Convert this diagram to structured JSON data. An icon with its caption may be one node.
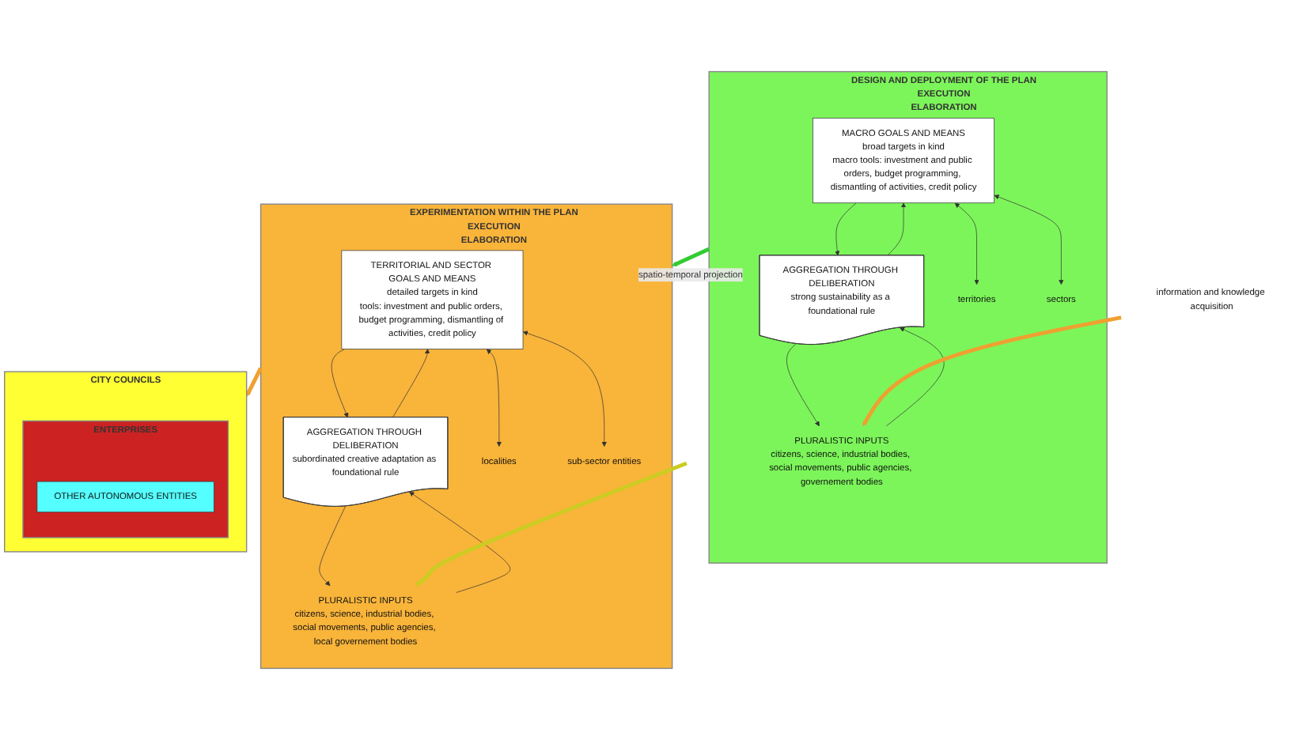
{
  "diagram": {
    "nodes": [
      {
        "text": [
          "DESIGN AND DEPLOYMENT OF THE PLAN",
          "EXECUTION",
          "ELABORATION"
        ]
      },
      {
        "text": [
          "MACRO GOALS AND MEANS",
          "broad targets in kind",
          "macro tools: investment and public orders, budget programming, dismantling of activities, credit policy"
        ],
        "in": 0
      },
      {
        "text": [
          "AGGREGATION THROUGH DELIBERATION",
          "strong sustainability as a foundational rule"
        ],
        "in": 0
      },
      {
        "text": [
          "PLURALISTIC INPUTS",
          "citizens, science, industrial bodies, social movements, public agencies, governement bodies"
        ],
        "in": 0
      },
      {
        "text": [
          "territories"
        ],
        "in": 0
      },
      {
        "text": [
          "sectors"
        ],
        "in": 0
      },
      {
        "text": [
          "information and knowledge acquisition"
        ]
      },
      {
        "text": [
          "EXPERIMENTATION WITHIN THE PLAN",
          "EXECUTION",
          "ELABORATION"
        ]
      },
      {
        "text": [
          "TERRITORIAL AND SECTOR GOALS AND MEANS",
          "detailed targets in kind",
          "tools: investment and public orders, budget programming, dismantling of activities, credit policy"
        ],
        "in": 7
      },
      {
        "text": [
          "AGGREGATION THROUGH DELIBERATION",
          "subordinated creative adaptation as foundational rule"
        ],
        "in": 7
      },
      {
        "text": [
          "PLURALISTIC INPUTS",
          "citizens, science, industrial bodies, social movements, public agencies, local governement bodies"
        ],
        "in": 7
      },
      {
        "text": [
          "localities"
        ],
        "in": 7
      },
      {
        "text": [
          "sub-sector entities"
        ],
        "in": 7
      },
      {
        "text": [
          "CITY COUNCILS"
        ]
      },
      {
        "text": [
          "ENTERPRISES"
        ],
        "in": 13
      },
      {
        "text": [
          "OTHER AUTONOMOUS ENTITIES"
        ],
        "in": 14
      }
    ],
    "edges": [
      {
        "from": 2,
        "to": 1,
        "arrow": "to"
      },
      {
        "from": 1,
        "to": 2,
        "arrow": "to"
      },
      {
        "from": 3,
        "to": 2,
        "arrow": "to"
      },
      {
        "from": 2,
        "to": 3,
        "arrow": "to"
      },
      {
        "from": 1,
        "to": 4,
        "arrow": "both"
      },
      {
        "from": 1,
        "to": 5,
        "arrow": "both"
      },
      {
        "from": 6,
        "to": 3,
        "arrow": "to",
        "style": "thick",
        "color": "#f0a030"
      },
      {
        "from": 0,
        "to": 7,
        "arrow": "to",
        "label": "spatio-temporal projection",
        "style": "thick",
        "color": "#33cc33"
      },
      {
        "from": 9,
        "to": 8,
        "arrow": "to"
      },
      {
        "from": 8,
        "to": 9,
        "arrow": "to"
      },
      {
        "from": 10,
        "to": 9,
        "arrow": "to"
      },
      {
        "from": 9,
        "to": 10,
        "arrow": "to"
      },
      {
        "from": 8,
        "to": 11,
        "arrow": "both"
      },
      {
        "from": 8,
        "to": 12,
        "arrow": "both"
      },
      {
        "from": null,
        "to": 10,
        "arrow": "to",
        "style": "thick",
        "color": "#cccc22"
      },
      {
        "from": 7,
        "to": 13,
        "arrow": "to",
        "style": "thick",
        "color": "#f0a030"
      }
    ]
  }
}
